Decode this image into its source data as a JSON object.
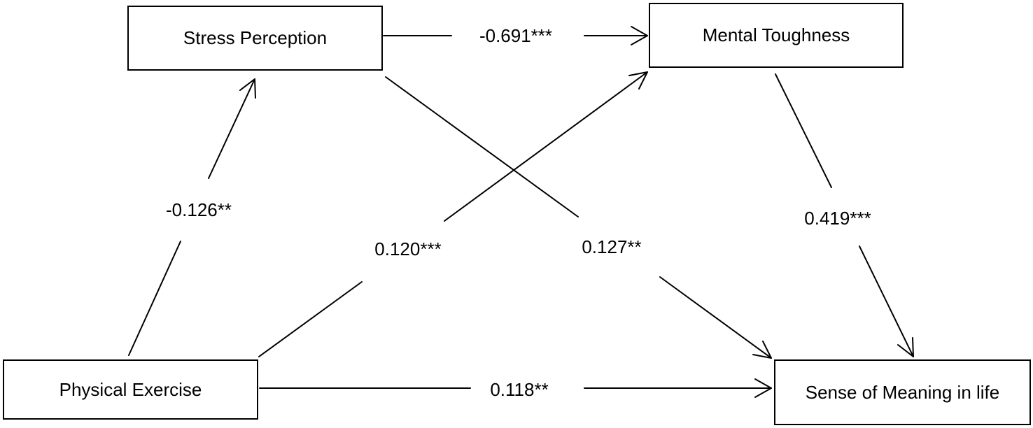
{
  "nodes": {
    "stress_perception": "Stress Perception",
    "mental_toughness": "Mental Toughness",
    "physical_exercise": "Physical Exercise",
    "sense_of_meaning": "Sense of Meaning in life"
  },
  "paths": {
    "stress_to_mental": "-0.691***",
    "exercise_to_stress": "-0.126**",
    "exercise_to_mental": "0.120***",
    "stress_to_sense": "0.127**",
    "mental_to_sense": "0.419***",
    "exercise_to_sense": "0.118**"
  },
  "colors": {
    "stroke": "#000000",
    "background": "#ffffff"
  }
}
